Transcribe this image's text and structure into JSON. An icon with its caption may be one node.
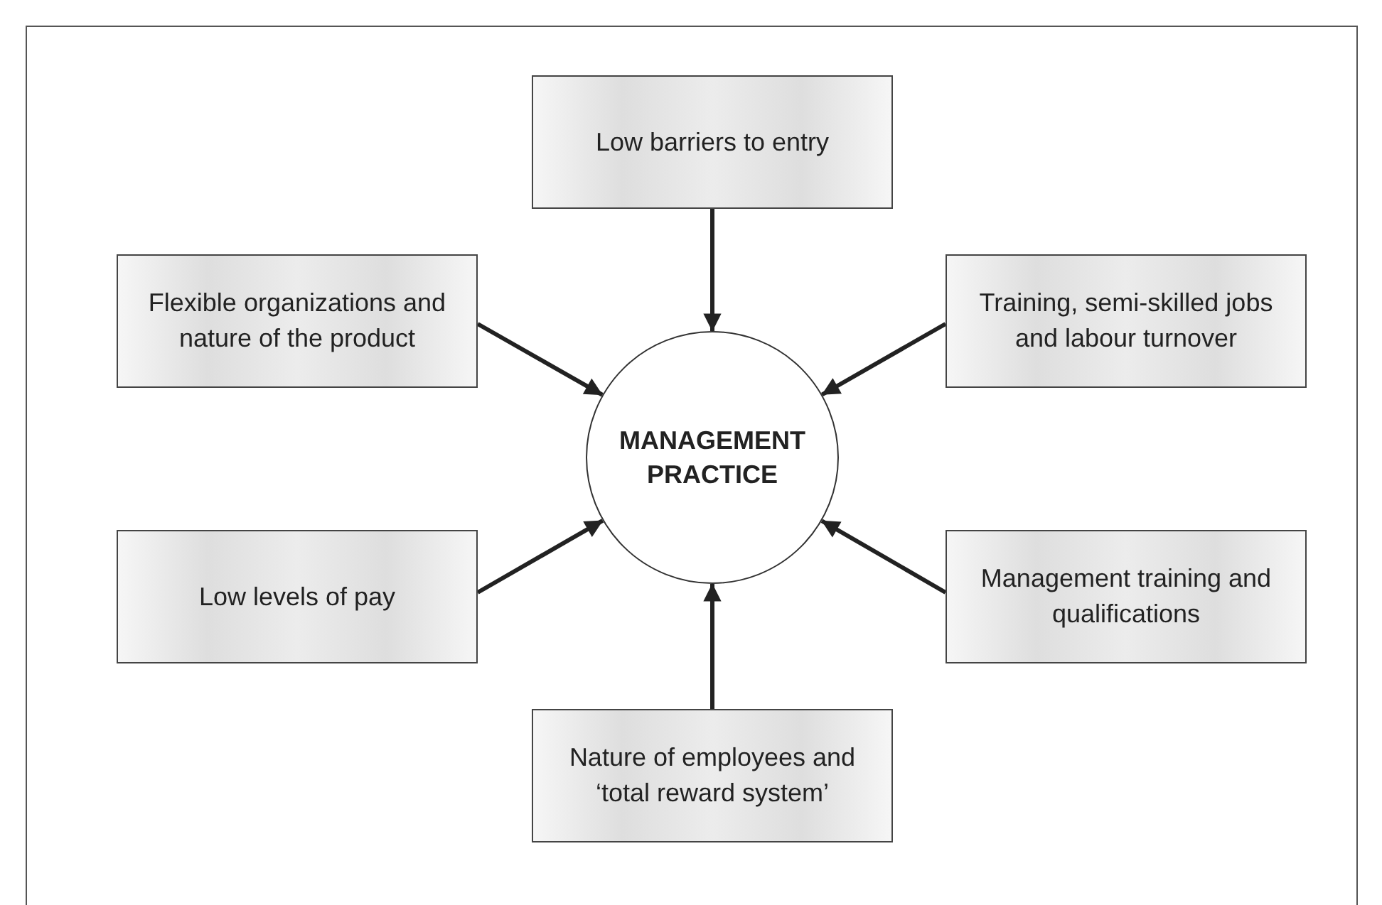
{
  "diagram": {
    "nodes": [
      {
        "text": [
          "Low barriers to entry"
        ]
      },
      {
        "text": [
          "Flexible organizations and nature of the product"
        ]
      },
      {
        "text": [
          "Training, semi-skilled jobs and labour turnover"
        ]
      },
      {
        "text": [
          "MANAGEMENT PRACTICE"
        ]
      },
      {
        "text": [
          "Low levels of pay"
        ]
      },
      {
        "text": [
          "Management training and qualifications"
        ]
      },
      {
        "text": [
          "Nature of employees and ‘total reward system’"
        ]
      }
    ],
    "edges": [
      {
        "from": 0,
        "to": 3,
        "arrow": "to"
      },
      {
        "from": 1,
        "to": 3,
        "arrow": "to"
      },
      {
        "from": 2,
        "to": 3,
        "arrow": "to"
      },
      {
        "from": 4,
        "to": 3,
        "arrow": "to"
      },
      {
        "from": 5,
        "to": 3,
        "arrow": "to"
      },
      {
        "from": 6,
        "to": 3,
        "arrow": "to"
      }
    ]
  }
}
